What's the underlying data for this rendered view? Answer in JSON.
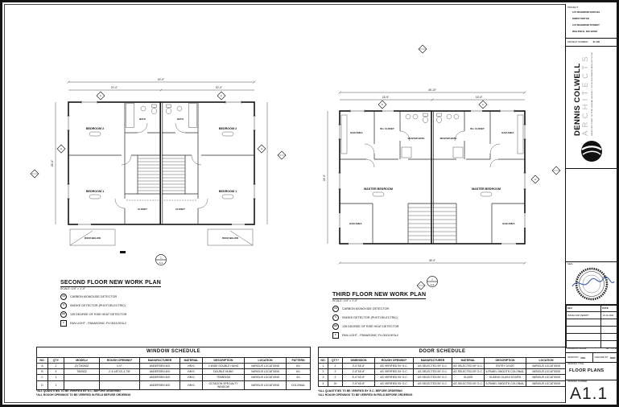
{
  "titleblock": {
    "project_label": "PROJECT:",
    "project_lines": [
      "147 DIAMOND DUPLEX",
      "KIRBY BRYCE",
      "147 DIAMOND STREET",
      "WALPOLE, MA 02081"
    ],
    "project_number_label": "PROJECT NUMBER:",
    "project_number": "21-105",
    "firm_name": "DENNIS COLWELL",
    "firm_type": "ARCHITECTS",
    "firm_address": "188 WHITING STREET, SUITE 8B, HINGHAM, MA 02043   T: 781-331-0510   WWW.DC-ARCHITECTS.COM",
    "seal_label": "SEAL:",
    "rev_headers": [
      "REV.",
      "DATE"
    ],
    "rev_row1": [
      "ISSUE FOR PERMIT",
      "10-14-2021"
    ],
    "scale_label": "DRAWING SCALE:",
    "scale_value": "1/4\" = 1'-0\"",
    "drawn_label": "DRAWN BY:",
    "drawn_value": "DRL",
    "checked_label": "CHECKED BY:",
    "checked_value": "DMC",
    "title_label": "DRAWING TITLE:",
    "drawing_title": "FLOOR PLANS",
    "number_label": "DRAWING NUMBER:",
    "sheet_number": "A1.1"
  },
  "plan_second": {
    "title": "SECOND FLOOR NEW WORK PLAN",
    "scale_note": "SCALE: 1/4\" = 1'-0\"",
    "rooms": {
      "bedroom2_left": "BEDROOM 2",
      "bath_left": "BATH",
      "bedroom1_left": "BEDROOM 1",
      "closet_left": "CLOSET",
      "bedroom2_right": "BEDROOM 2",
      "bath_right": "BATH",
      "bedroom1_right": "BEDROOM 1",
      "closet_right": "CLOSET",
      "roof_left": "ROOF BELOW",
      "roof_right": "ROOF BELOW"
    },
    "dims": {
      "overall": "40'-0\"",
      "left_half": "20'-0\"",
      "right_half": "20'-0\"",
      "depth": "26'-8\""
    },
    "markers": {
      "top_left": "C",
      "top_right": "C",
      "left": "A",
      "right": "A"
    },
    "detail_ref_num": "1",
    "detail_ref_sheet": "A-3"
  },
  "plan_third": {
    "title": "THIRD FLOOR NEW WORK PLAN",
    "scale_note": "SCALE: 1/4\" = 1'-0\"",
    "rooms": {
      "bar_left": "BAR AREA",
      "wic_left": "W.I. CLOSET",
      "bath_left": "MASTER BATH",
      "bed_left": "MASTER BEDROOM",
      "bar_right": "BAR AREA",
      "wic_right": "W.I. CLOSET",
      "bath_right": "MASTER BATH",
      "bed_right": "MASTER BEDROOM",
      "bar_low_left": "BAR AREA",
      "bar_low_right": "BAR AREA"
    },
    "dims": {
      "overall_top": "36'-10\"",
      "left_half": "18'-5\"",
      "right_half": "18'-5\"",
      "overall_bottom": "36'-0\"",
      "depth": "28'-0\""
    },
    "markers": {
      "top_left": "C",
      "top_right": "C",
      "right": "A"
    },
    "detail_ref_num": "1",
    "detail_ref_sheet": "A-3"
  },
  "legend": {
    "items": [
      {
        "symbol": "CO",
        "label": "CARBON MONOXIDE DETECTOR"
      },
      {
        "symbol": "S",
        "label": "SMOKE DETECTOR (PHOTOELECTRIC)"
      },
      {
        "symbol": "HD",
        "label": "135 DEGREE OF RISE HEAT DETECTOR"
      },
      {
        "symbol": "F",
        "label": "FAN LIGHT - PANASONIC FV-0511VKSL2"
      }
    ]
  },
  "window_schedule": {
    "title": "WINDOW SCHEDULE",
    "headers": [
      "NO.",
      "QTY.",
      "MODEL#",
      "ROUGH OPENING*",
      "MANUFACTURER",
      "MATERIAL",
      "DESCRIPTION",
      "LOCATION",
      "PATTERN"
    ],
    "rows": [
      [
        "A",
        "2",
        "(2) TW2632",
        "V.I.F.",
        "ANDERSEN 400",
        "VINYL",
        "2-WIDE DOUBLE HUNG",
        "VARIOUS LOCATIONS",
        "6/1"
      ],
      [
        "B",
        "4",
        "TW2632",
        "2'-6 1/8\"X3'-4 7/8\"",
        "ANDERSEN 400",
        "VINYL",
        "DOUBLE HUNG",
        "VARIOUS LOCATIONS",
        "6/1"
      ],
      [
        "C",
        "1",
        "",
        "",
        "ANDERSEN 400",
        "VINYL",
        "TRANSOM",
        "VARIOUS LOCATIONS",
        "4/1"
      ],
      [
        "D",
        "1",
        "",
        "",
        "ANDERSEN 400",
        "VINYL",
        "OCTAGON SPECIALTY WINDOW",
        "VARIOUS LOCATIONS",
        "COLONIAL"
      ]
    ],
    "notes": [
      "*ALL QUANTITIES TO BE VERIFIED BY G.C. BEFORE ORDERING",
      "*ALL ROUGH OPENINGS TO BE VERIFIED IN FIELD BEFORE ORDERING"
    ]
  },
  "door_schedule": {
    "title": "DOOR SCHEDULE",
    "headers": [
      "NO.",
      "QTY.*",
      "DIMENSION",
      "ROUGH OPENING*",
      "MANUFACTURER",
      "MATERIAL",
      "DESCRIPTION",
      "LOCATION"
    ],
    "rows": [
      [
        "1",
        "2",
        "3'-0\"X6'-8\"",
        "AS VERIFIED BY G.C.",
        "AS SELECTED BY G.C.",
        "AS SELECTED BY G.C.",
        "ENTRY DOOR",
        "VARIOUS LOCATIONS"
      ],
      [
        "2",
        "2",
        "2'-8\"X6'-8\"",
        "AS VERIFIED BY G.C.",
        "AS SELECTED BY G.C.",
        "AS SELECTED BY G.C.",
        "6-PANEL SMOOTH COLONIAL",
        "VARIOUS LOCATIONS"
      ],
      [
        "3",
        "2",
        "6'-0\"X6'-8\"",
        "AS VERIFIED BY G.C.",
        "AS SELECTED BY G.C.",
        "GLASS",
        "SLIDING GLASS DOORS",
        "VARIOUS LOCATIONS"
      ],
      [
        "4",
        "20",
        "2'-6\"X6'-8\"",
        "AS VERIFIED BY G.C.",
        "AS SELECTED BY G.C.",
        "AS SELECTED BY G.C.",
        "6-PANEL SMOOTH COLONIAL",
        "VARIOUS LOCATIONS"
      ]
    ],
    "notes": [
      "*ALL QUANTITIES TO BE VERIFIED BY G.C. BEFORE ORDERING",
      "*ALL ROUGH OPENINGS TO BE VERIFIED IN FIELD BEFORE ORDERING"
    ]
  }
}
